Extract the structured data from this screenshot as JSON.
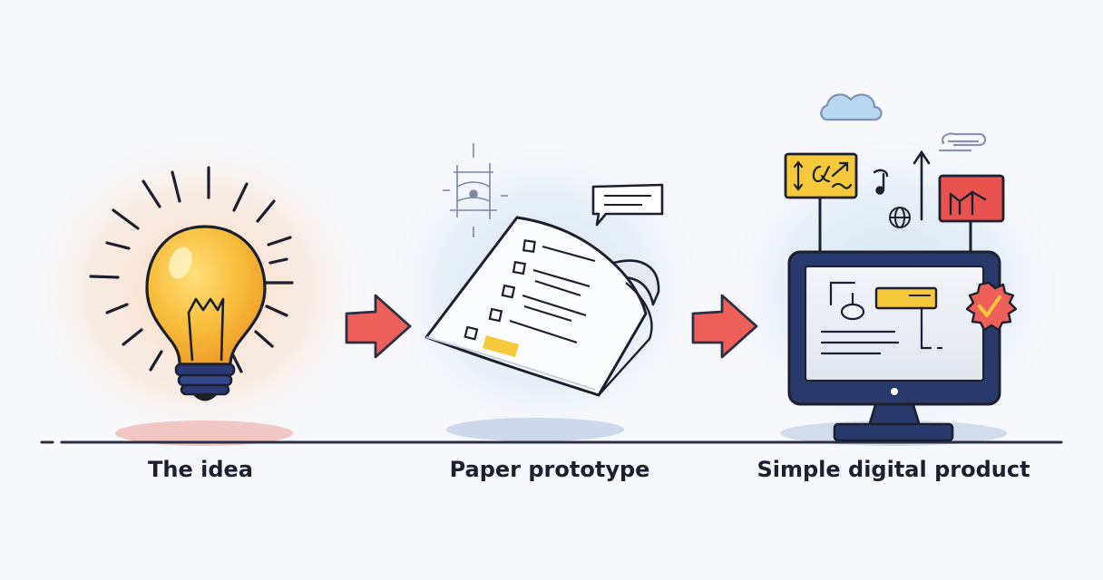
{
  "stages": [
    {
      "label": "The idea",
      "icon": "lightbulb-icon"
    },
    {
      "label": "Paper prototype",
      "icon": "paper-sheet-icon"
    },
    {
      "label": "Simple digital product",
      "icon": "monitor-icon"
    }
  ],
  "connectors": [
    "arrow-right-icon",
    "arrow-right-icon"
  ],
  "colors": {
    "ink": "#1b1f2e",
    "navy": "#273a6b",
    "arrow": "#ee5f5a",
    "yellow": "#f6c93c",
    "bulb": "#f7b73a",
    "red_card": "#e9534f",
    "cloud": "#b9d7ee",
    "glow_warm": "#f8d2b8",
    "glow_cool": "#cfe0f3"
  }
}
